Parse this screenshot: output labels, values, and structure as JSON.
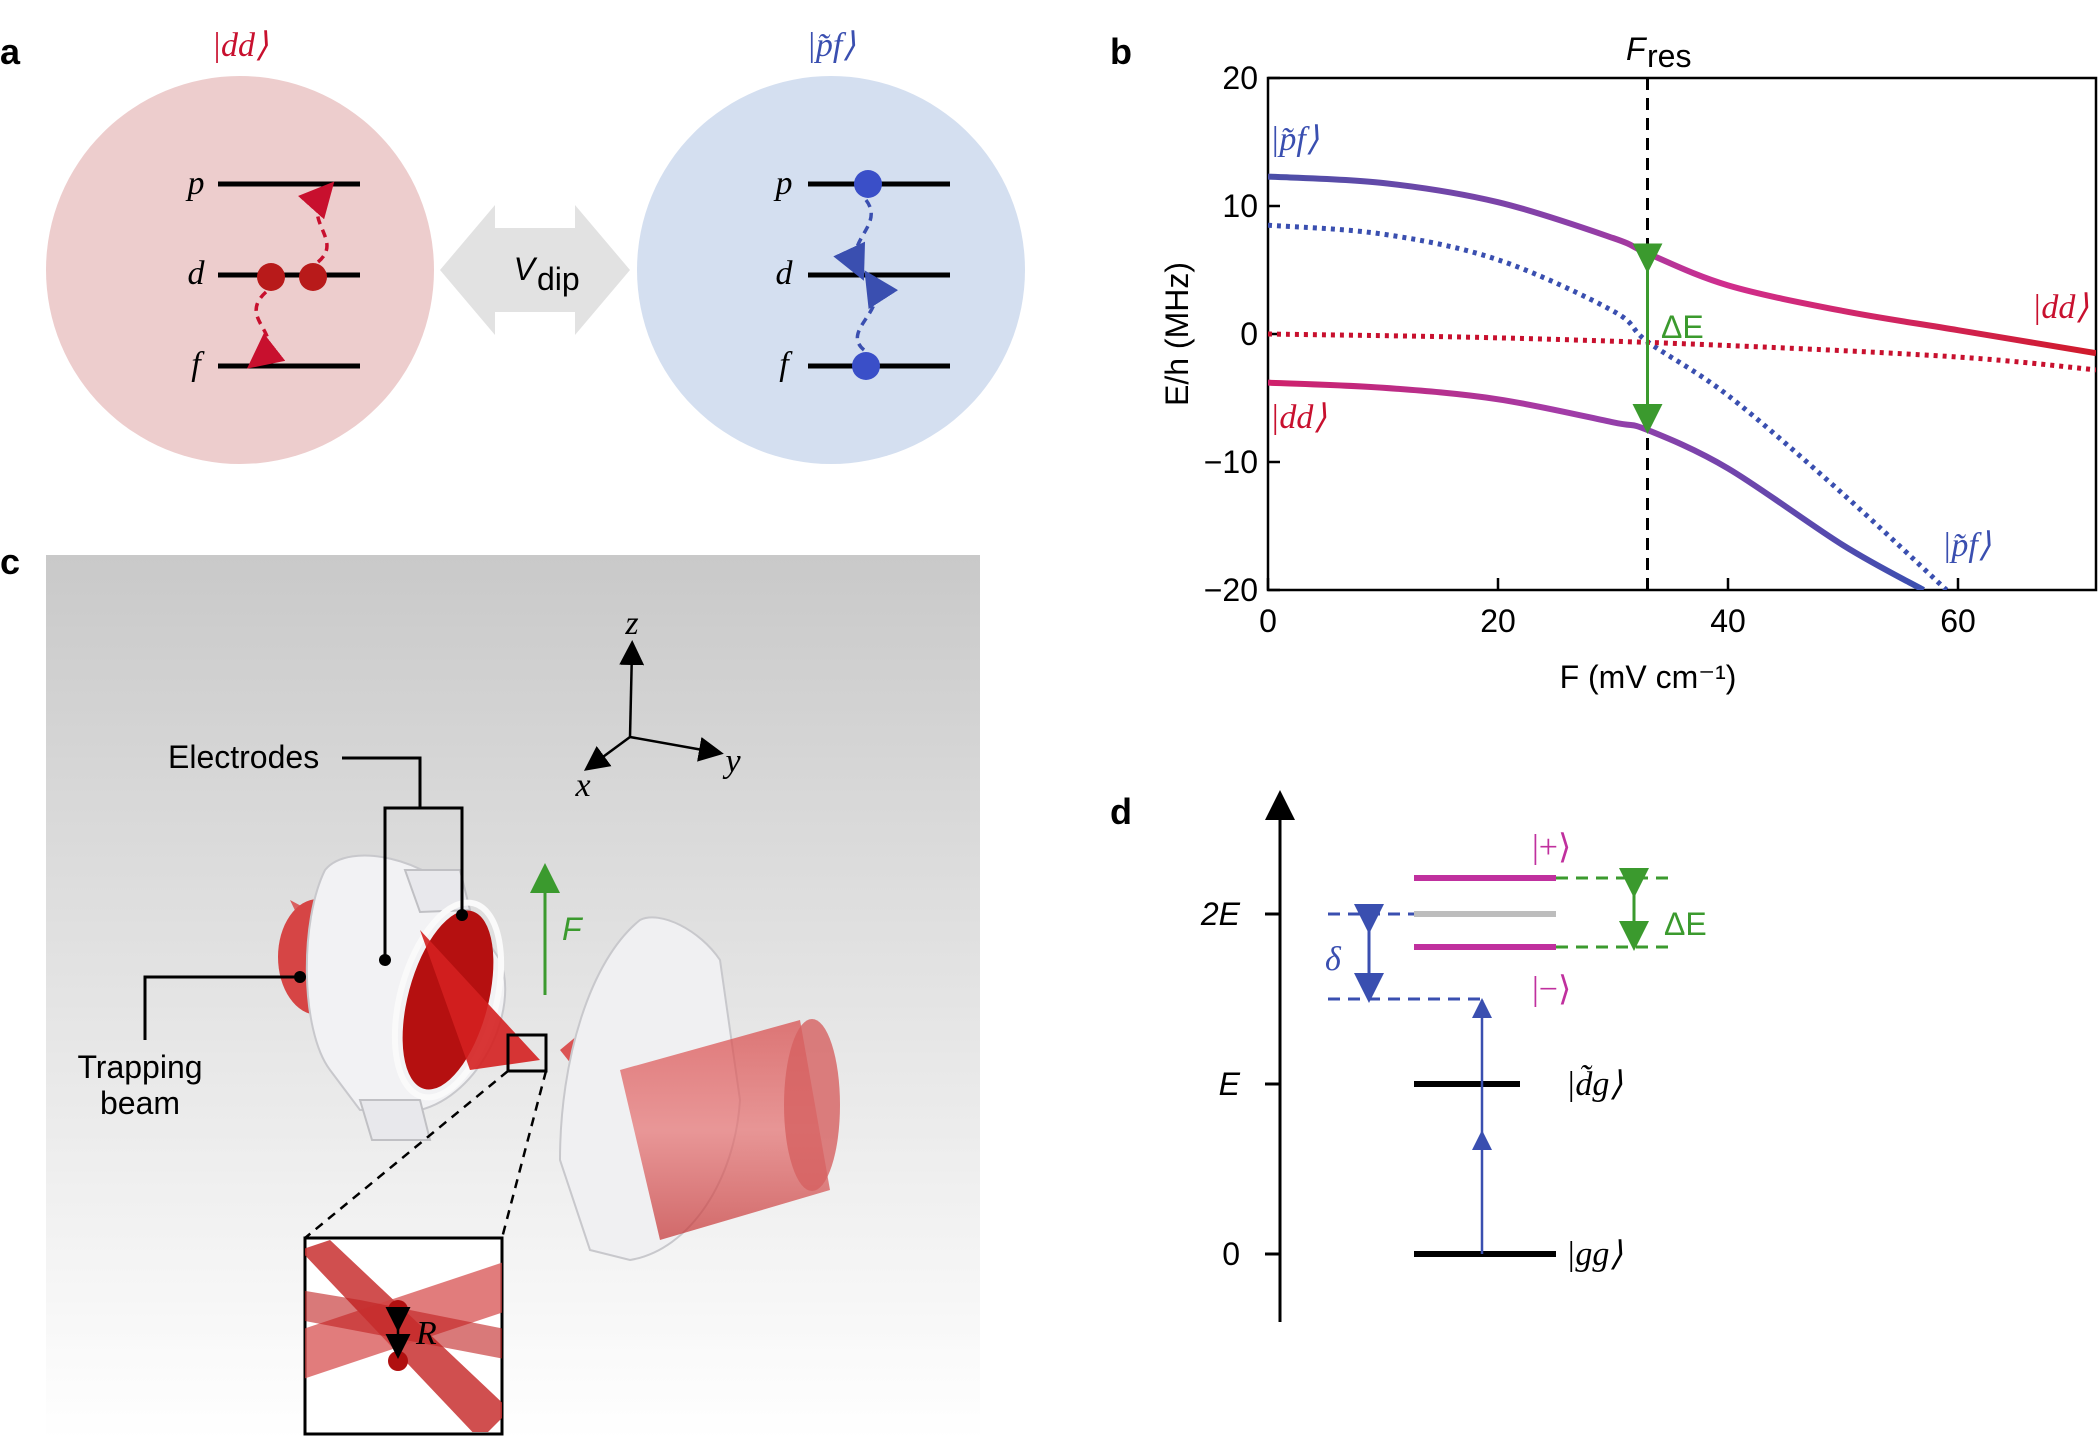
{
  "panels": {
    "a": {
      "label": "a",
      "left_state": "|dd⟩",
      "right_state": "|p͂f⟩",
      "levels": [
        "p",
        "d",
        "f"
      ],
      "coupling_main": "V",
      "coupling_sub": "dip"
    },
    "b": {
      "label": "b",
      "resonance_main": "F",
      "resonance_sub": "res",
      "label_pf_top": "|p͂f⟩",
      "label_dd_left": "|dd⟩",
      "label_dd_right": "|dd⟩",
      "label_pf_bottom": "|p͂f⟩",
      "gap_label": "ΔE"
    },
    "c": {
      "label": "c",
      "axis_z": "z",
      "axis_y": "y",
      "axis_x": "x",
      "electrodes": "Electrodes",
      "trapping_line1": "Trapping",
      "trapping_line2": "beam",
      "field": "F",
      "distance": "R"
    },
    "d": {
      "label": "d",
      "tick_2E": "2E",
      "tick_E": "E",
      "tick_0": "0",
      "plus": "|+⟩",
      "minus": "|−⟩",
      "dg": "|d͂g⟩",
      "gg": "|gg⟩",
      "delta": "δ",
      "gap": "ΔE"
    }
  },
  "chart_data": {
    "type": "line",
    "title": "",
    "xlabel": "F (mV cm⁻¹)",
    "ylabel": "E/h (MHz)",
    "xlim": [
      0,
      72
    ],
    "ylim": [
      -20,
      20
    ],
    "xticks": [
      0,
      20,
      40,
      60
    ],
    "yticks": [
      20,
      10,
      0,
      -10,
      -20
    ],
    "resonance_x": 33,
    "grid": false,
    "series": [
      {
        "name": "",
        "style": "solid",
        "color": "upper adiabatic",
        "x": [
          0,
          10,
          20,
          30,
          33,
          40,
          50,
          60,
          72
        ],
        "y": [
          12.3,
          11.8,
          10.3,
          7.5,
          6.3,
          3.8,
          1.8,
          0.3,
          -1.5
        ]
      },
      {
        "name": "",
        "style": "solid",
        "color": "lower adiabatic",
        "x": [
          0,
          10,
          20,
          30,
          33,
          40,
          50,
          57
        ],
        "y": [
          -3.8,
          -4.2,
          -5.1,
          -6.9,
          -7.5,
          -10.5,
          -16.5,
          -20
        ]
      },
      {
        "name": "",
        "style": "dotted",
        "color": "#3a4fb0",
        "x": [
          0,
          10,
          20,
          30,
          33,
          40,
          50,
          59
        ],
        "y": [
          8.5,
          7.8,
          5.8,
          1.8,
          -0.6,
          -4.8,
          -12.5,
          -20
        ]
      },
      {
        "name": "",
        "style": "dotted",
        "color": "#c8102e",
        "x": [
          0,
          20,
          40,
          60,
          72
        ],
        "y": [
          0,
          -0.3,
          -0.9,
          -1.8,
          -2.8
        ]
      }
    ]
  },
  "colors": {
    "red": "#c8102e",
    "blue": "#3a4fb0",
    "magenta": "#c0309e",
    "green": "#3b9a2e",
    "pink_circle": "#edcdcd",
    "blue_circle": "#d4dff0"
  }
}
